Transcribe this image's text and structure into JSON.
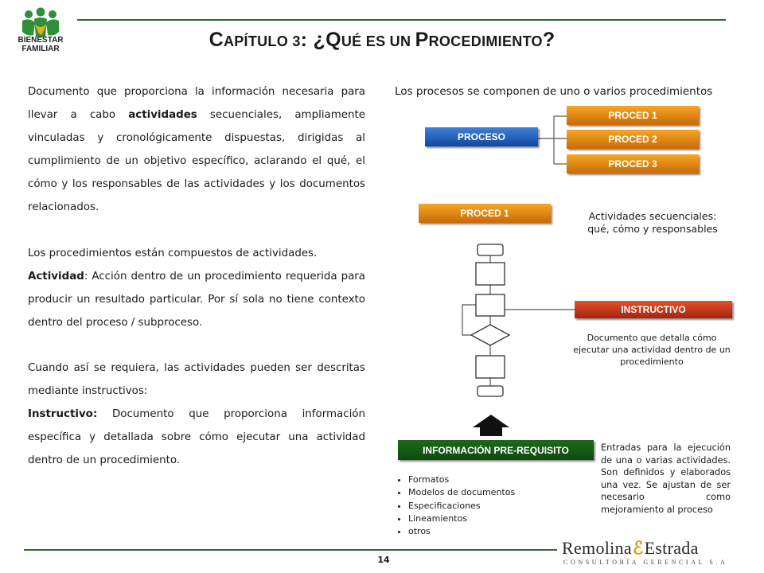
{
  "header": {
    "logo_line1": "BIENESTAR",
    "logo_line2": "FAMILIAR",
    "title_parts": [
      "C",
      "APÍTULO ",
      "3",
      ": ¿Q",
      "UÉ ES UN ",
      "P",
      "ROCEDIMIENTO",
      "?"
    ]
  },
  "left": {
    "p1_a": "Documento que proporciona la información necesaria para llevar a cabo ",
    "p1_b": "actividades",
    "p1_c": " secuenciales, ampliamente vinculadas y cronológicamente dispuestas, dirigidas al cumplimiento de un objetivo específico, aclarando el qué, el cómo y los responsables de las actividades y los documentos relacionados.",
    "p2": "Los procedimientos están compuestos de actividades.",
    "p3_label": "Actividad",
    "p3_text": ": Acción dentro de un procedimiento requerida para producir un resultado particular.  Por sí sola no tiene contexto dentro del proceso / subproceso.",
    "p4": "Cuando así se requiera, las actividades pueden ser descritas mediante instructivos:",
    "p5_label": "Instructivo:",
    "p5_text": " Documento que proporciona información específica y detallada sobre cómo ejecutar una actividad dentro de un procedimiento."
  },
  "right": {
    "intro": "Los procesos se componen de uno o varios procedimientos",
    "proceso": "PROCESO",
    "proced1": "PROCED 1",
    "proced2": "PROCED 2",
    "proced3": "PROCED 3",
    "proced1_b": "PROCED 1",
    "activities_note_1": "Actividades secuenciales:",
    "activities_note_2": "qué, cómo y responsables",
    "instructivo": "INSTRUCTIVO",
    "instructivo_note": "Documento que detalla cómo ejecutar una actividad dentro de un procedimiento",
    "prereq": "INFORMACIÓN PRE-REQUISITO",
    "prereq_items": [
      "Formatos",
      "Modelos de documentos",
      "Especificaciones",
      "Lineamientos",
      "otros"
    ],
    "prereq_note": "Entradas para la ejecución de una o varias actividades. Son definidos y elaborados una vez. Se ajustan de ser necesario como mejoramiento al proceso"
  },
  "footer": {
    "page_number": "14",
    "brand_name_1": "Remolina",
    "brand_name_2": "Estrada",
    "brand_sub": "CONSULTORÍA GERENCIAL S.A"
  },
  "colors": {
    "orange": "#e8890f",
    "blue": "#1f5fbf",
    "red": "#c23a17",
    "green": "#1a5e1a",
    "rule": "#2e6b2e"
  }
}
